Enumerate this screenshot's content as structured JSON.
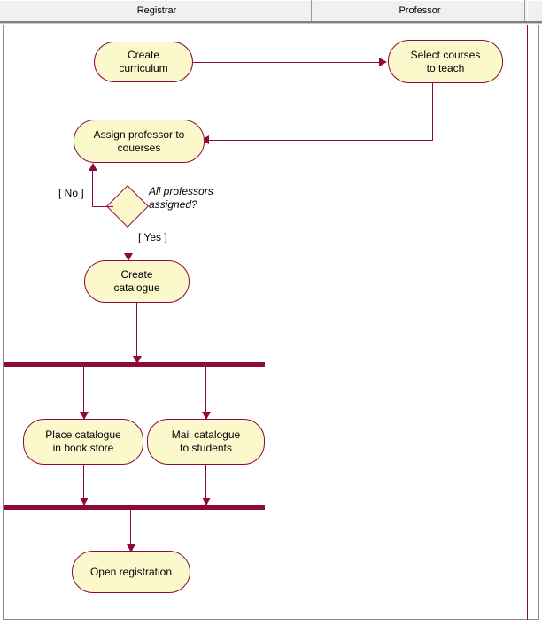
{
  "diagram": {
    "type": "uml-activity-diagram",
    "accent_color": "#8e0a3a",
    "node_fill_color": "#fbf8cc",
    "header_background": "#f0f0f0",
    "canvas_background": "#ffffff"
  },
  "swimlanes": [
    {
      "id": "registrar",
      "label": "Registrar"
    },
    {
      "id": "professor",
      "label": "Professor"
    },
    {
      "id": "unnamed",
      "label": ""
    }
  ],
  "nodes": [
    {
      "id": "create-curriculum",
      "label": "Create\ncurriculum",
      "lane": "registrar"
    },
    {
      "id": "select-courses",
      "label": "Select courses\nto teach",
      "lane": "professor"
    },
    {
      "id": "assign-professor",
      "label": "Assign professor to\ncouerses",
      "lane": "registrar"
    },
    {
      "id": "create-catalogue",
      "label": "Create\ncatalogue",
      "lane": "registrar"
    },
    {
      "id": "place-catalogue",
      "label": "Place catalogue\nin book store",
      "lane": "registrar"
    },
    {
      "id": "mail-catalogue",
      "label": "Mail catalogue\nto students",
      "lane": "registrar"
    },
    {
      "id": "open-registration",
      "label": "Open registration",
      "lane": "registrar"
    }
  ],
  "decision": {
    "id": "all-professors-assigned",
    "condition": "All professors\nassigned?",
    "branches": [
      {
        "id": "no",
        "guard": "[ No ]",
        "target": "assign-professor"
      },
      {
        "id": "yes",
        "guard": "[ Yes ]",
        "target": "create-catalogue"
      }
    ]
  },
  "bars": [
    {
      "id": "fork-bar",
      "kind": "fork"
    },
    {
      "id": "join-bar",
      "kind": "join"
    }
  ]
}
